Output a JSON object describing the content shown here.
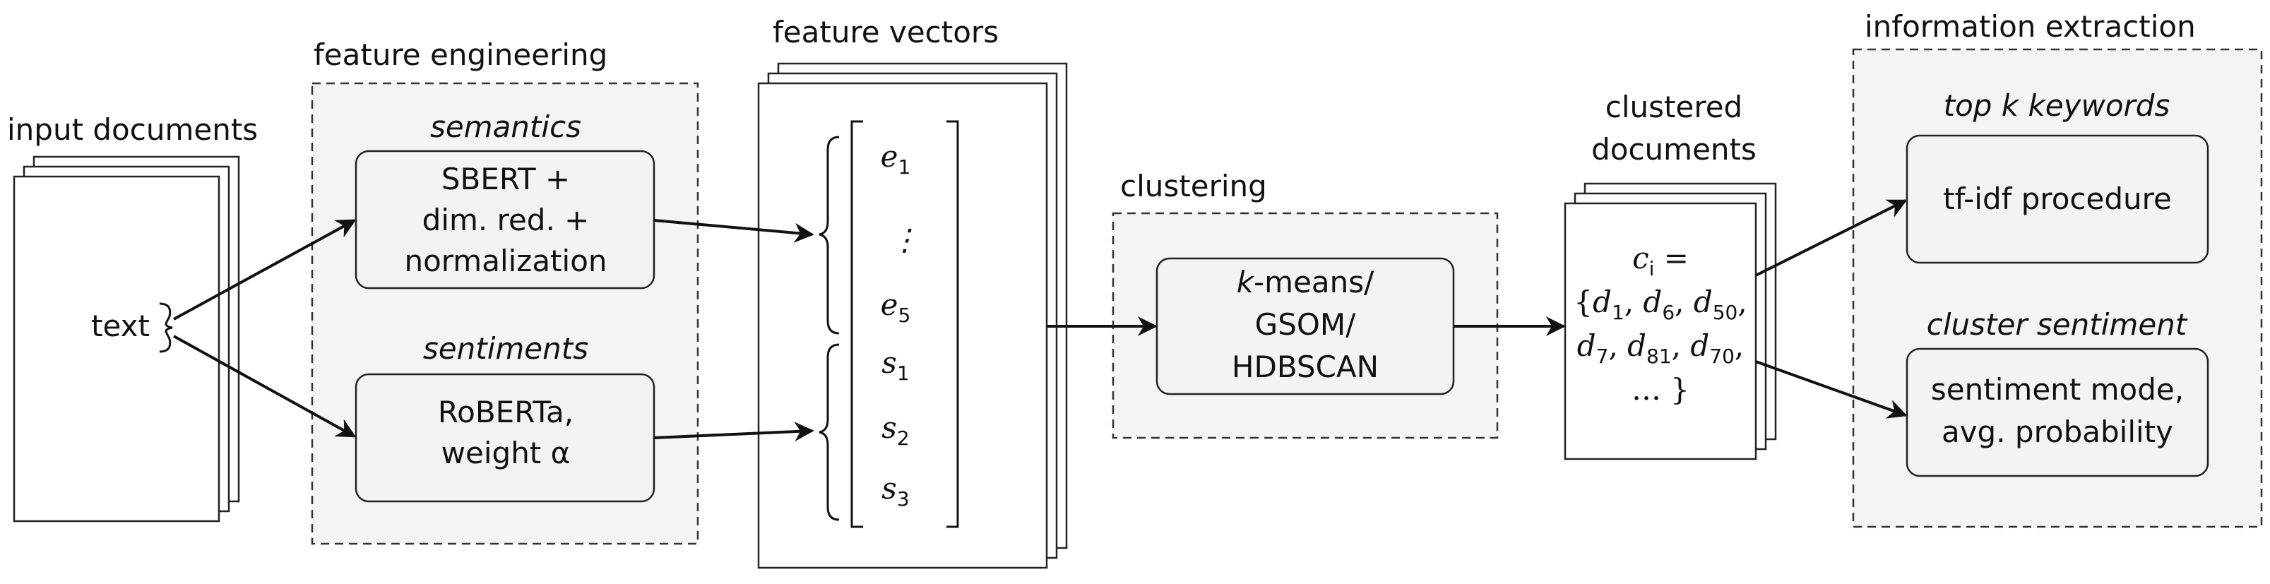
{
  "input": {
    "title": "input documents",
    "text": "text"
  },
  "feature_engineering": {
    "title": "feature engineering",
    "semantics": {
      "heading": "semantics",
      "lines": [
        "SBERT +",
        "dim. red. +",
        "normalization"
      ]
    },
    "sentiments": {
      "heading": "sentiments",
      "lines": [
        "RoBERTa,",
        "weight α"
      ]
    }
  },
  "feature_vectors": {
    "title": "feature vectors",
    "entries": [
      {
        "base": "e",
        "sub": "1"
      },
      {
        "base": "⋮",
        "sub": ""
      },
      {
        "base": "e",
        "sub": "5"
      },
      {
        "base": "s",
        "sub": "1"
      },
      {
        "base": "s",
        "sub": "2"
      },
      {
        "base": "s",
        "sub": "3"
      }
    ]
  },
  "clustering": {
    "title": "clustering",
    "algo_prefix": "k",
    "algo_lines": [
      "-means/",
      "GSOM/",
      "HDBSCAN"
    ]
  },
  "clustered": {
    "title_lines": [
      "clustered",
      "documents"
    ],
    "ci_base": "c",
    "ci_sub": "i",
    "eq": " =",
    "lines": [
      [
        {
          "t": "{"
        },
        {
          "b": "d",
          "s": "1"
        },
        {
          "t": ", "
        },
        {
          "b": "d",
          "s": "6"
        },
        {
          "t": ", "
        },
        {
          "b": "d",
          "s": "50"
        },
        {
          "t": ","
        }
      ],
      [
        {
          "b": "d",
          "s": "7"
        },
        {
          "t": ", "
        },
        {
          "b": "d",
          "s": "81"
        },
        {
          "t": ", "
        },
        {
          "b": "d",
          "s": "70"
        },
        {
          "t": ","
        }
      ],
      [
        {
          "t": "… }"
        }
      ]
    ]
  },
  "information_extraction": {
    "title": "information extraction",
    "keywords": {
      "heading": "top k keywords",
      "box": "tf-idf procedure"
    },
    "sentiment": {
      "heading": "cluster sentiment",
      "lines": [
        "sentiment mode,",
        "avg. probability"
      ]
    }
  }
}
